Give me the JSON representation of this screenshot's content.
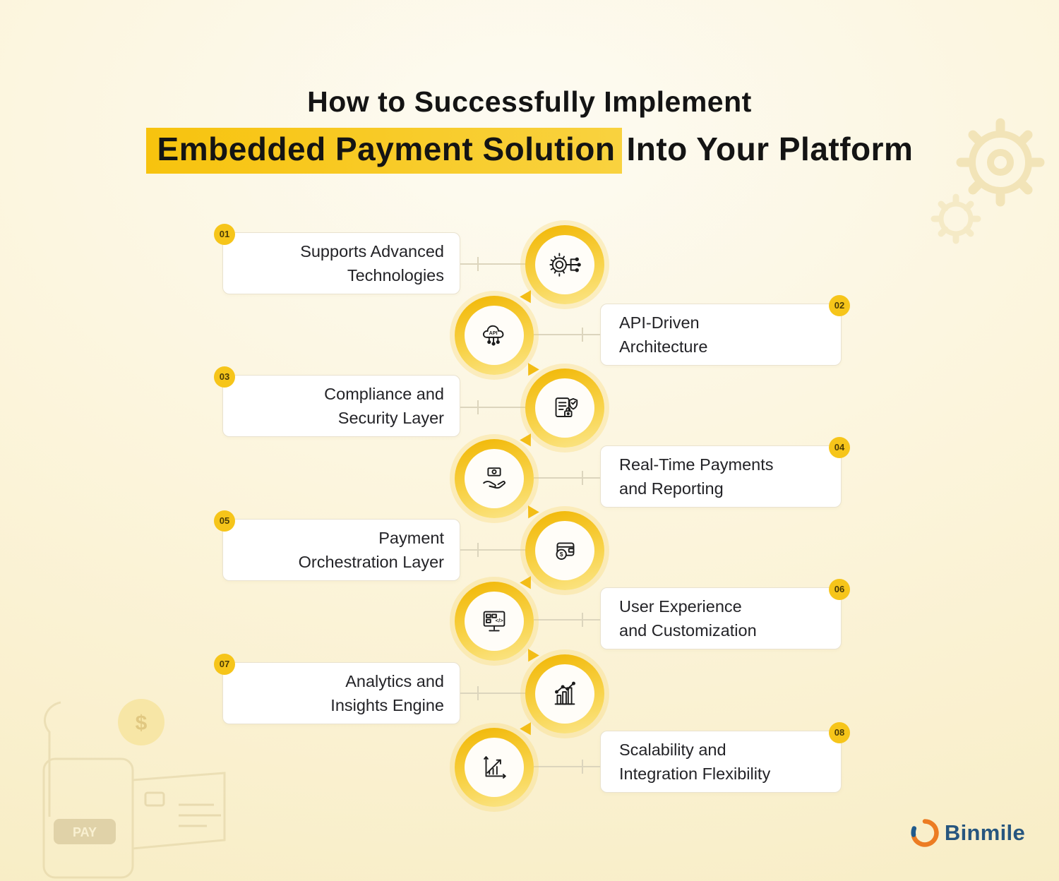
{
  "title": {
    "line1": "How to Successfully Implement",
    "line2_highlight": "Embedded Payment Solution",
    "line2_rest": "Into Your Platform"
  },
  "steps": [
    {
      "number": "01",
      "line1": "Supports Advanced",
      "line2": "Technologies",
      "icon": "gear-circuit-icon"
    },
    {
      "number": "02",
      "line1": "API-Driven",
      "line2": "Architecture",
      "icon": "api-cloud-icon"
    },
    {
      "number": "03",
      "line1": "Compliance and",
      "line2": "Security Layer",
      "icon": "document-shield-lock-icon"
    },
    {
      "number": "04",
      "line1": "Real-Time Payments",
      "line2": "and Reporting",
      "icon": "hand-money-icon"
    },
    {
      "number": "05",
      "line1": "Payment",
      "line2": "Orchestration Layer",
      "icon": "wallet-dollar-icon"
    },
    {
      "number": "06",
      "line1": "User Experience",
      "line2": "and Customization",
      "icon": "monitor-code-icon"
    },
    {
      "number": "07",
      "line1": "Analytics and",
      "line2": "Insights Engine",
      "icon": "bar-chart-trend-icon"
    },
    {
      "number": "08",
      "line1": "Scalability and",
      "line2": "Integration Flexibility",
      "icon": "growth-arrow-icon"
    }
  ],
  "icons": {
    "api_label": "API",
    "code_symbol": "</>",
    "dollar_symbol": "$"
  },
  "decor": {
    "pay_label": "PAY",
    "coin_symbol": "$"
  },
  "brand": {
    "name": "Binmile"
  },
  "colors": {
    "accent_yellow": "#f6c51a",
    "highlight_yellow": "#f8c913",
    "brand_blue": "#27567f",
    "brand_orange": "#ec7c23",
    "text_dark": "#1d1d1f",
    "background_cream": "#fcf5dd"
  }
}
